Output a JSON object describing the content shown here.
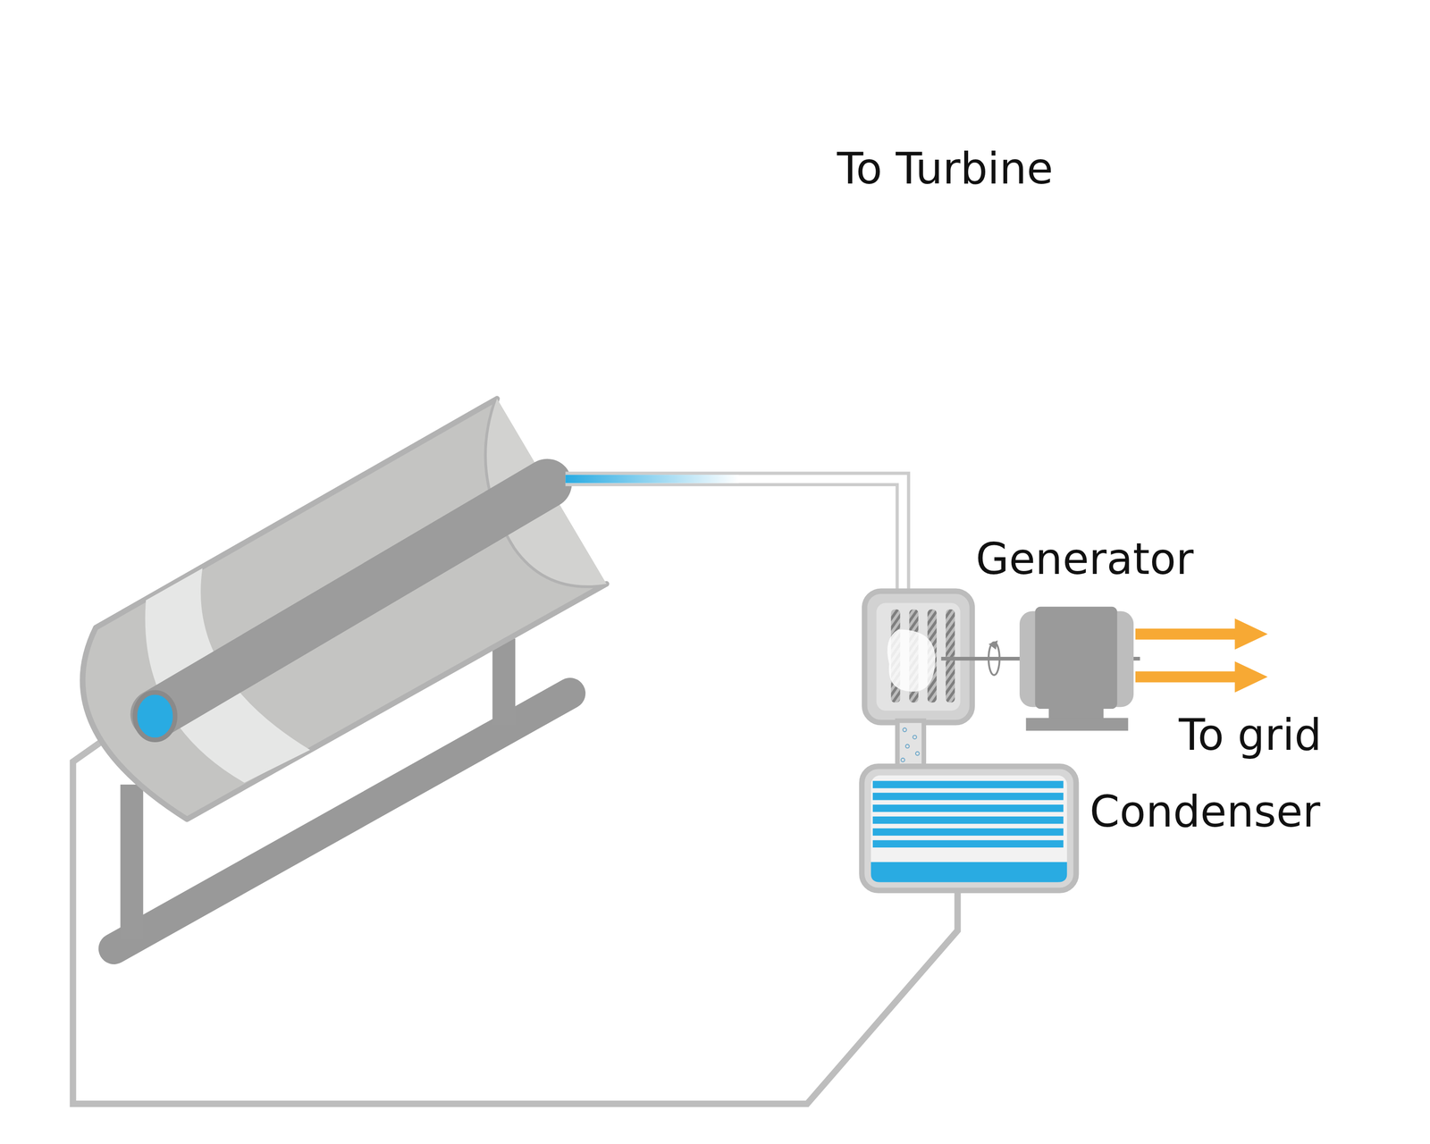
{
  "diagram": {
    "labels": [
      "To Turbine",
      "Generator",
      "To grid",
      "Condenser"
    ]
  }
}
